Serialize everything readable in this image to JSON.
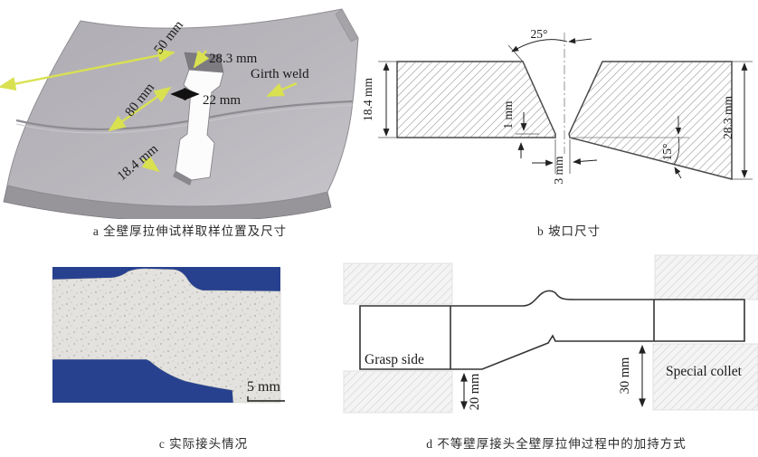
{
  "figure": {
    "panel_a": {
      "caption": "a 全壁厚拉伸试样取样位置及尺寸",
      "labels": {
        "dim_50": "50 mm",
        "dim_80": "80 mm",
        "dim_18_4": "18.4 mm",
        "dim_28_3": "28.3 mm",
        "dim_22": "22 mm",
        "girth_weld": "Girth weld"
      },
      "colors": {
        "arrow": "#d9e150",
        "plate": "#b6b4b9"
      }
    },
    "panel_b": {
      "caption": "b 坡口尺寸",
      "labels": {
        "angle_top": "25°",
        "thickness_left": "18.4 mm",
        "root_face": "1 mm",
        "root_gap": "3 mm",
        "angle_bottom": "15°",
        "thickness_right": "28.3 mm"
      }
    },
    "panel_c": {
      "caption": "c 实际接头情况",
      "labels": {
        "scale_bar": "5 mm"
      },
      "colors": {
        "background": "#27418e",
        "specimen": "#e3e2de"
      }
    },
    "panel_d": {
      "caption": "d 不等壁厚接头全壁厚拉伸过程中的加持方式",
      "labels": {
        "grasp_side": "Grasp side",
        "special_collet": "Special collet",
        "dim_20": "20 mm",
        "dim_30": "30 mm"
      }
    }
  }
}
